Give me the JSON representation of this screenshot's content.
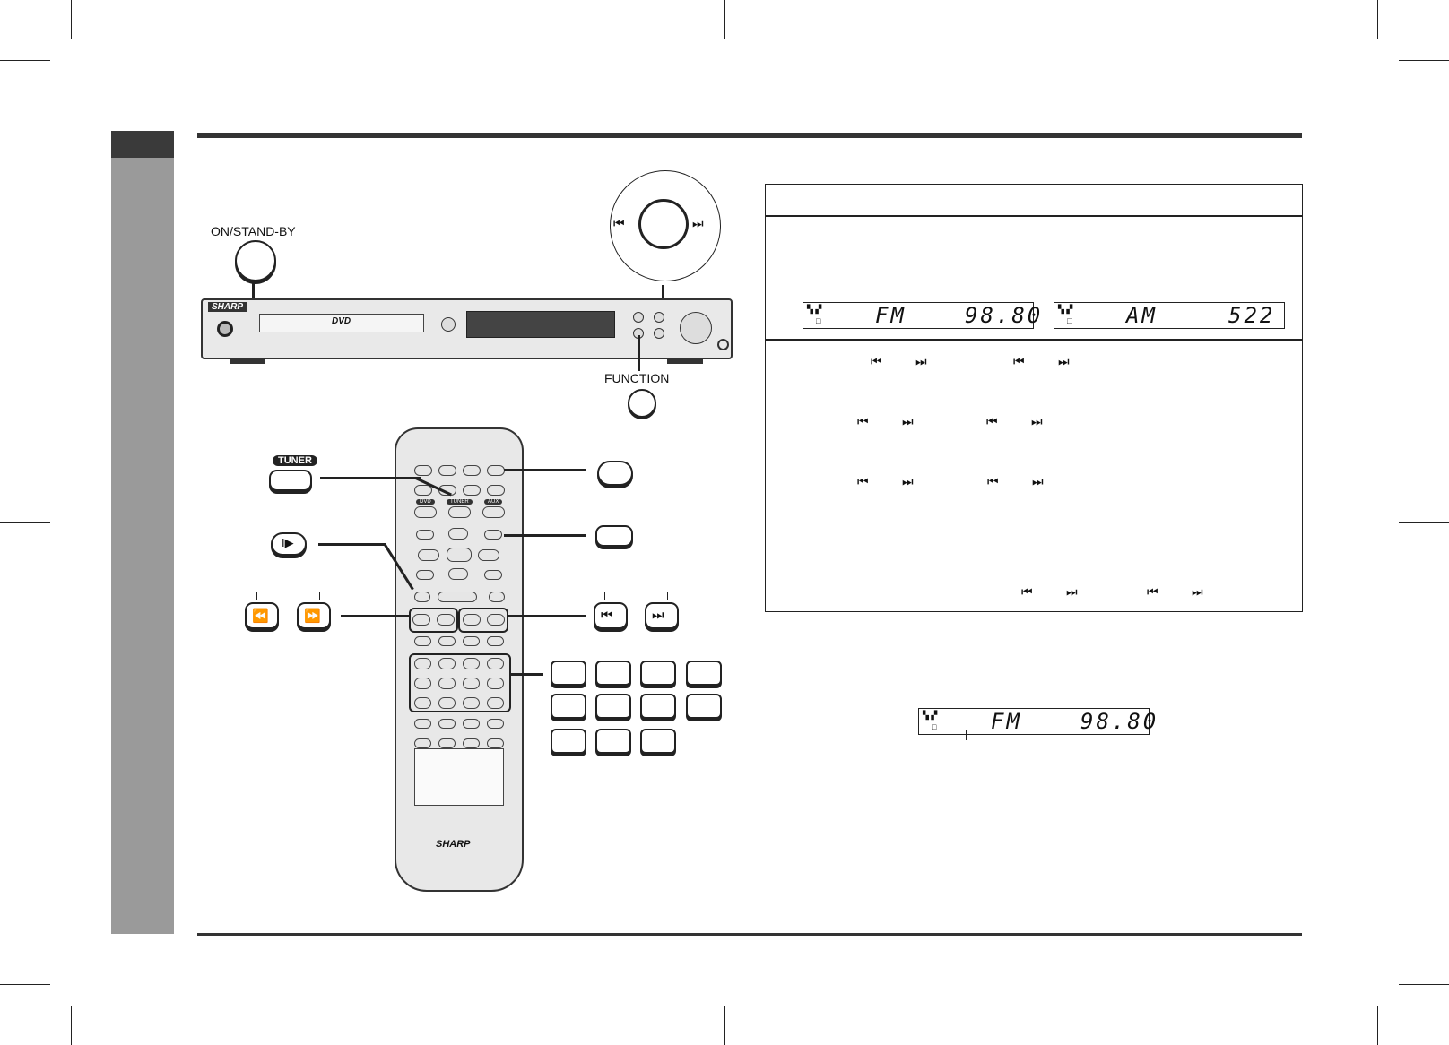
{
  "labels": {
    "on_standby": "ON/STAND-BY",
    "function": "FUNCTION",
    "tuner": "TUNER",
    "brand": "SHARP",
    "dvd_logo": "DVD",
    "remote_src_dvd": "DVD",
    "remote_src_tuner": "TUNER",
    "remote_src_aux": "AUX"
  },
  "displays": {
    "fm_top": {
      "band": "FM",
      "freq": "98.80"
    },
    "am_top": {
      "band": "AM",
      "freq": "522"
    },
    "fm_bottom": {
      "band": "FM",
      "freq": "98.80"
    }
  },
  "icons": {
    "prev": "⏮",
    "next": "⏭",
    "rew": "⏪",
    "ff": "⏩",
    "slow": "I▶"
  },
  "colors": {
    "sidebar": "#9a9a9a",
    "sidebar_tab": "#3a3a3a",
    "rule": "#333333"
  }
}
